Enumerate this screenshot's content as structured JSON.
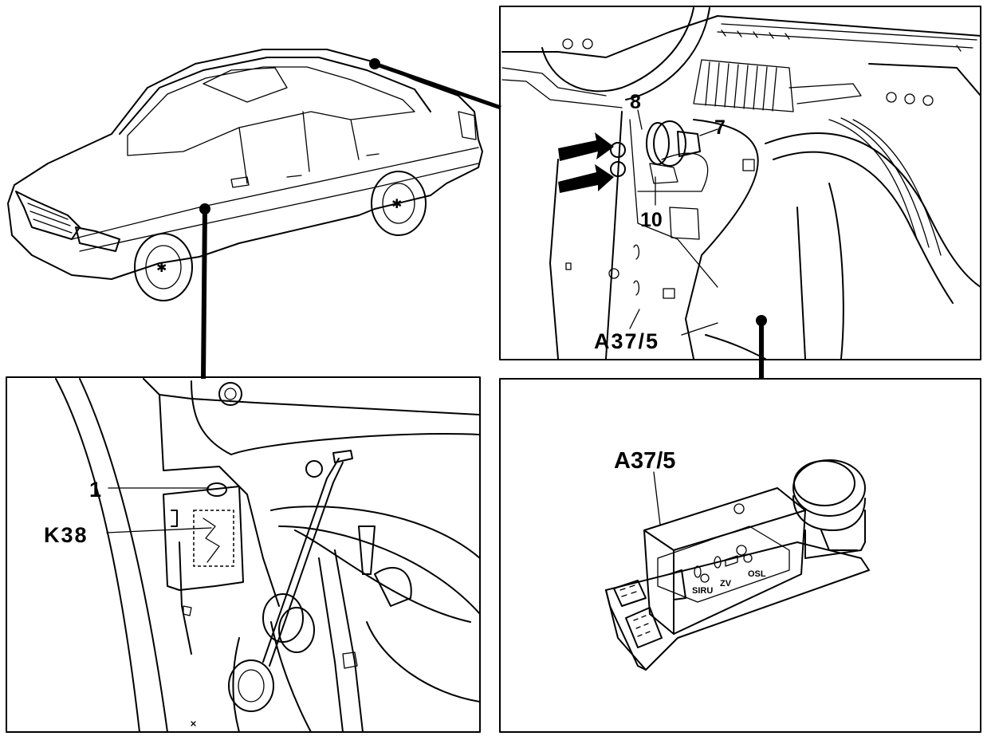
{
  "labels": {
    "tr_8": "8",
    "tr_7": "7",
    "tr_10": "10",
    "tr_a375": "A37/5",
    "bl_1": "1",
    "bl_k38": "K38",
    "br_a375": "A37/5",
    "br_siru": "SIRU",
    "br_zv": "ZV",
    "br_osl": "OSL"
  }
}
